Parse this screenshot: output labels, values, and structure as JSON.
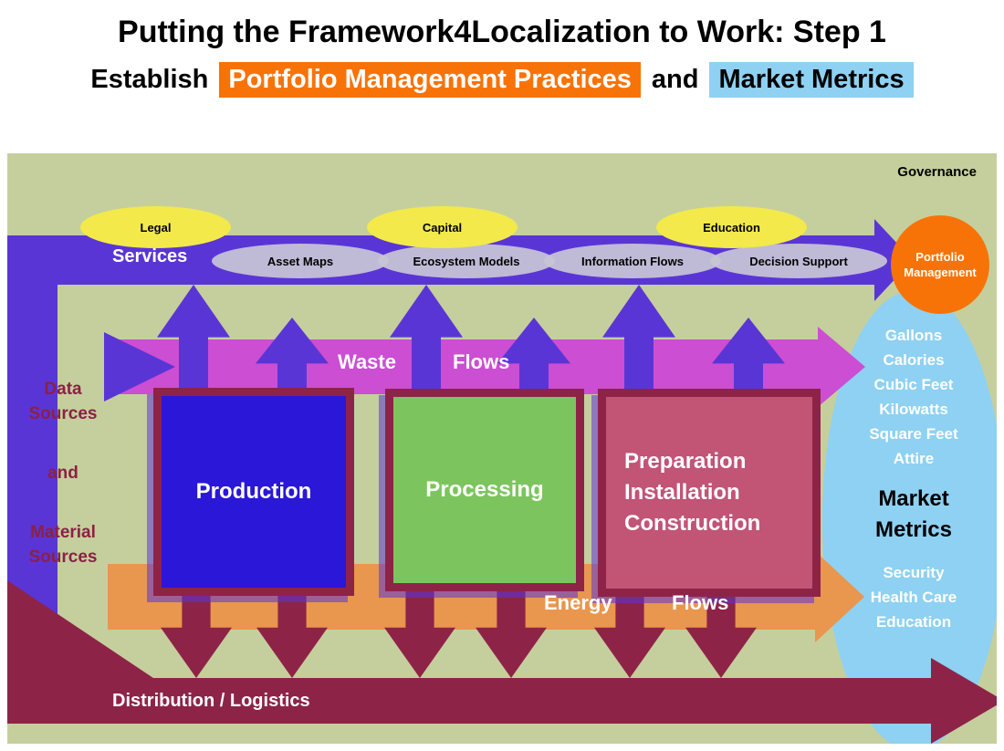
{
  "header": {
    "title": "Putting the Framework4Localization to Work: Step 1",
    "subtitle_prefix": "Establish",
    "highlight_portfolio": "Portfolio Management Practices",
    "subtitle_connector": "and",
    "highlight_market": "Market Metrics"
  },
  "diagram": {
    "governance_label": "Governance",
    "bubbles": [
      "Legal",
      "Capital",
      "Education"
    ],
    "services_label": "Services",
    "gray_band_items": [
      "Asset Maps",
      "Ecosystem Models",
      "Information Flows",
      "Decision Support"
    ],
    "portfolio_circle": {
      "line1": "Portfolio",
      "line2": "Management"
    },
    "waste_flows": {
      "word1": "Waste",
      "word2": "Flows"
    },
    "energy_flows": {
      "word1": "Energy",
      "word2": "Flows"
    },
    "boxes": {
      "production": "Production",
      "processing": "Processing",
      "preparation_lines": [
        "Preparation",
        "Installation",
        "Construction"
      ]
    },
    "left_source_lines": [
      "Data",
      "Sources",
      "and",
      "Material",
      "Sources"
    ],
    "distribution_label": "Distribution / Logistics",
    "market_metrics": {
      "top_items": [
        "Gallons",
        "Calories",
        "Cubic Feet",
        "Kilowatts",
        "Square Feet",
        "Attire"
      ],
      "title_line1": "Market",
      "title_line2": "Metrics",
      "bottom_items": [
        "Security",
        "Health Care",
        "Education"
      ]
    }
  },
  "colors": {
    "background_green": "#C5CF9D",
    "purple": "#5A35D6",
    "magenta": "#CB4ED3",
    "maroon": "#8E2348",
    "orange_band": "#E9964E",
    "accent_orange": "#F87307",
    "light_blue": "#8ED1F2",
    "yellow": "#F3E94A",
    "gray_band": "#C7C5D6",
    "box_blue": "#2A17D8",
    "box_green": "#7CC55E",
    "box_pink": "#C25476"
  }
}
